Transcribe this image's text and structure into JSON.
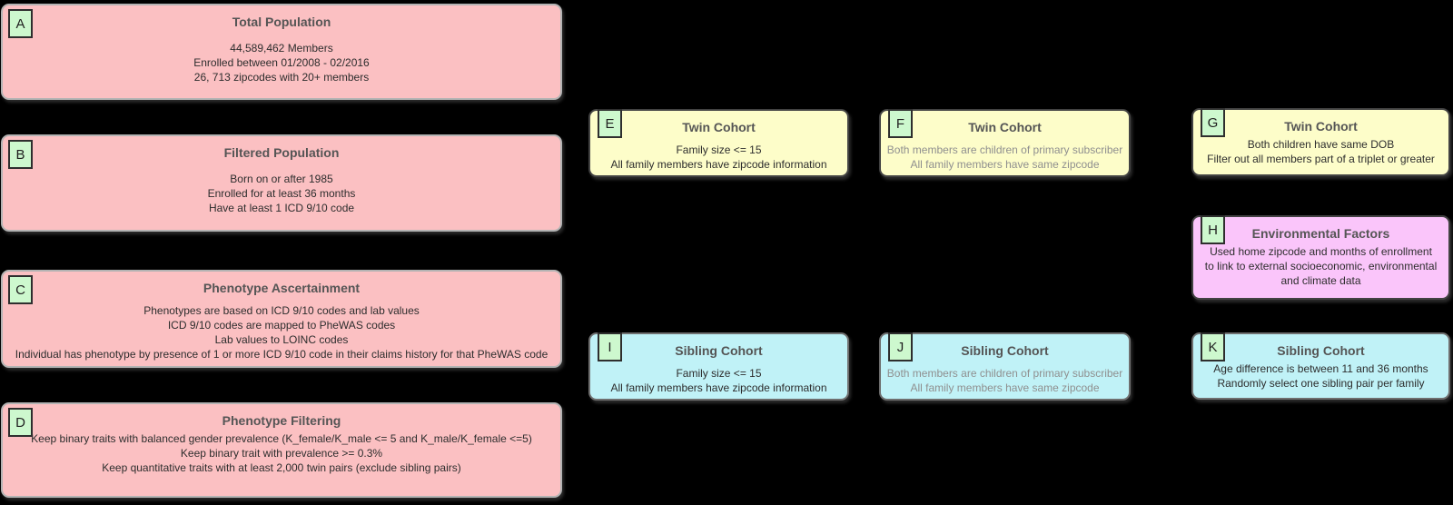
{
  "diagram": {
    "background": "#000000",
    "colors": {
      "pink_fill": "#fbc0c2",
      "pink_stroke": "#b3b3b3",
      "yellow_fill": "#fdfdc9",
      "yellow_stroke": "#424242",
      "cyan_fill": "#c0f2f7",
      "cyan_stroke": "#6f6f6f",
      "violet_fill": "#fac5fa",
      "violet_stroke": "#424242",
      "badge_fill": "#cdf8ce",
      "badge_stroke": "#2e2e2e",
      "title_text": "#555555",
      "body_text": "#2d2d2d",
      "dim_text": "#8f8f8f"
    },
    "boxes": [
      {
        "letter": "A",
        "title": "Total Population",
        "lines": [
          "44,589,462 Members",
          "Enrolled between 01/2008 - 02/2016",
          "26, 713 zipcodes with 20+ members"
        ]
      },
      {
        "letter": "B",
        "title": "Filtered Population",
        "lines": [
          "Born on or after 1985",
          "Enrolled for at least 36 months",
          "Have at least 1 ICD 9/10 code"
        ]
      },
      {
        "letter": "C",
        "title": "Phenotype Ascertainment",
        "lines": [
          "Phenotypes are based on ICD 9/10 codes and lab values",
          "ICD 9/10 codes are mapped to PheWAS codes",
          "Lab values to LOINC codes",
          "Individual has phenotype by presence of 1 or more ICD 9/10 code in their claims history for that PheWAS code"
        ]
      },
      {
        "letter": "D",
        "title": "Phenotype Filtering",
        "lines": [
          "Keep binary traits with balanced gender prevalence (K_female/K_male <= 5 and K_male/K_female <=5)",
          "Keep binary trait with prevalence >= 0.3%",
          "Keep quantitative traits with at least 2,000 twin pairs (exclude sibling pairs)"
        ]
      },
      {
        "letter": "E",
        "title": "Twin Cohort",
        "lines": [
          "Family size <= 15",
          "All family members have zipcode information"
        ]
      },
      {
        "letter": "F",
        "title": "Twin Cohort",
        "dimmed": true,
        "lines": [
          "Both members are children of primary subscriber",
          "All family members have same zipcode"
        ]
      },
      {
        "letter": "G",
        "title": "Twin Cohort",
        "lines": [
          "Both children have same DOB",
          "Filter out all members part of a triplet or greater"
        ]
      },
      {
        "letter": "H",
        "title": "Environmental Factors",
        "lines": [
          "Used home zipcode and months of enrollment to link to external socioeconomic, environmental and climate data"
        ]
      },
      {
        "letter": "I",
        "title": "Sibling Cohort",
        "lines": [
          "Family size <= 15",
          "All family members have zipcode information"
        ]
      },
      {
        "letter": "J",
        "title": "Sibling Cohort",
        "dimmed": true,
        "lines": [
          "Both members are children of primary subscriber",
          "All family members have same zipcode"
        ]
      },
      {
        "letter": "K",
        "title": "Sibling Cohort",
        "lines": [
          "Age difference is between 11 and 36 months",
          "Randomly select one sibling pair per family"
        ]
      }
    ]
  }
}
